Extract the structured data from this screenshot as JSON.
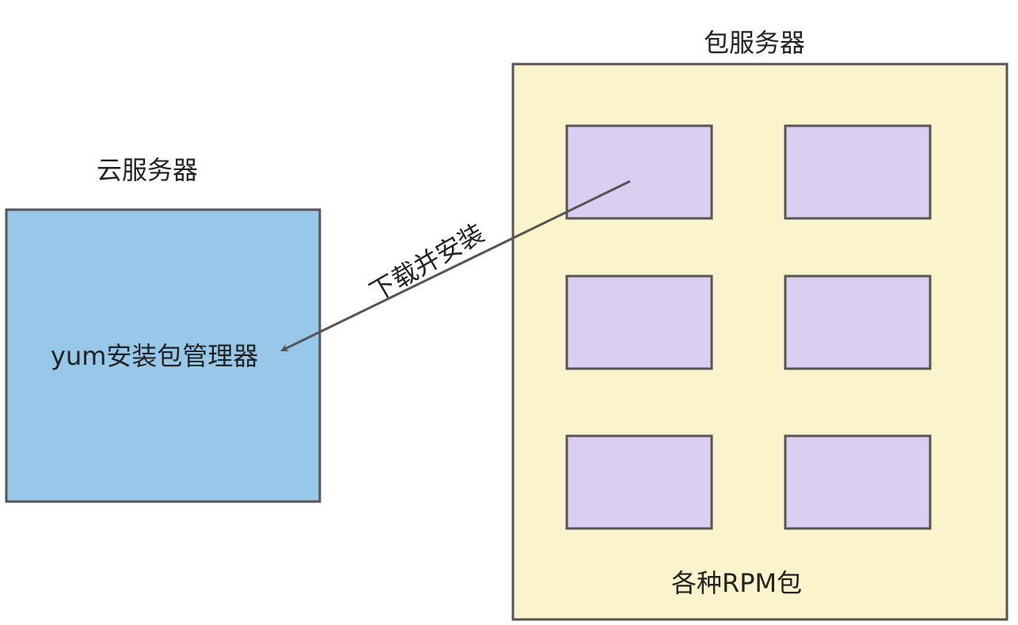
{
  "cloud_server": {
    "title": "云服务器",
    "inner_label": "yum安装包管理器",
    "fill": "#97c7e9",
    "stroke": "#555555"
  },
  "package_server": {
    "title": "包服务器",
    "footer_label": "各种RPM包",
    "fill": "#faf3cb",
    "stroke": "#555555",
    "package_fill": "#dacff1",
    "package_count": 6
  },
  "arrow": {
    "label": "下载并安装",
    "color": "#555555"
  }
}
